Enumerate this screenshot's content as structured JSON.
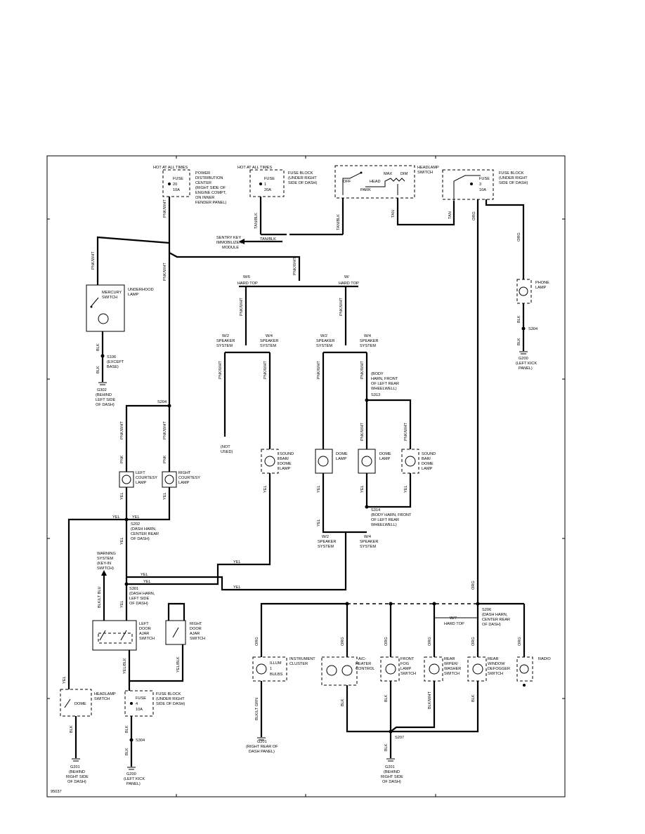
{
  "diagram_id": "95037",
  "labels": {
    "hot1": "HOT AT ALL TIMES",
    "pdc_fuse": "FUSE",
    "pdc_fuse_no": "20",
    "pdc_fuse_amp": "10A",
    "pdc_1": "POWER",
    "pdc_2": "DISTRIBUTION",
    "pdc_3": "CENTER",
    "pdc_4": "(RIGHT SIDE OF",
    "pdc_5": "ENGINE COMPT,",
    "pdc_6": "ON INNER",
    "pdc_7": "FENDER PANEL)",
    "hot2": "HOT AT ALL TIMES",
    "fb1_fuse": "FUSE",
    "fb1_no": "1",
    "fb1_amp": "20A",
    "fb1_1": "FUSE BLOCK",
    "fb1_2": "(UNDER RIGHT",
    "fb1_3": "SIDE OF DASH)",
    "hl_1": "HEADLAMP",
    "hl_2": "SWITCH",
    "hl_max": "MAX",
    "hl_dim": "DIM",
    "hl_off": "OFF",
    "hl_head": "HEAD",
    "hl_park": "PARK",
    "fb2_fuse": "FUSE",
    "fb2_no": "3",
    "fb2_amp": "10A",
    "fb2_1": "FUSE BLOCK",
    "fb2_2": "(UNDER RIGHT",
    "fb2_3": "SIDE OF DASH)",
    "sk_1": "SENTRY KEY",
    "sk_2": "IMMOBILIZER",
    "sk_3": "MODULE",
    "pnk_wht": "PNK/WHT",
    "tan_blk": "TAN/BLK",
    "tan": "TAN",
    "org": "ORG",
    "yel": "YEL",
    "blk": "BLK",
    "blk_grn": "BLK/LT GRN",
    "blk_wht": "BLK/WHT",
    "blk_blu": "BLK/LT BLU",
    "yel_blk": "YEL/BLK",
    "pnk": "PNK",
    "uh_1": "UNDERHOOD",
    "uh_2": "LAMP",
    "merc_1": "MERCURY",
    "merc_2": "SWITCH",
    "s106_1": "S106",
    "s106_2": "(EXCEPT",
    "s106_3": "BASE)",
    "g302_1": "G302",
    "g302_2": "(BEHIND",
    "g302_3": "LEFT SIDE",
    "g302_4": "OF DASH)",
    "w6_1": "W/6",
    "w6_2": "HARD TOP",
    "w7_1": "W/",
    "w7_2": "HARD TOP",
    "w2": "W/2",
    "w4": "W/4",
    "spk_1": "SPEAKER",
    "spk_2": "SYSTEM",
    "not_used_1": "(NOT",
    "not_used_2": "USED)",
    "sb_1": "SOUND",
    "sb_2": "BAR/",
    "sb_3": "DOME",
    "sb_4": "LAMP",
    "dome_1": "DOME",
    "dome_2": "LAMP",
    "bh_1": "(BODY",
    "bh_2": "HARN, FRONT",
    "bh_3": "OF LEFT REAR",
    "bh_4": "WHEELWELL)",
    "s313": "S313",
    "s314_1": "S314",
    "s314_2": "(BODY HARN, FRONT",
    "s314_3": "OF LEFT REAR",
    "s314_4": "WHEELWELL)",
    "phone_1": "PHONE",
    "phone_2": "LAMP",
    "s304": "S304",
    "g200_1": "G200",
    "g200_2": "(LEFT KICK",
    "g200_3": "PANEL)",
    "s204": "S204",
    "lc_1": "LEFT",
    "lc_2": "COURTESY",
    "lc_3": "LAMP",
    "rc_1": "RIGHT",
    "rc_2": "COURTESY",
    "rc_3": "LAMP",
    "s202_1": "S202",
    "s202_2": "(DASH HARN,",
    "s202_3": "CENTER REAR",
    "s202_4": "OF DASH)",
    "ws_1": "WARNING",
    "ws_2": "SYSTEM",
    "ws_3": "(KEY-IN",
    "ws_4": "SWITCH)",
    "s301_1": "S301",
    "s301_2": "(DASH HARN,",
    "s301_3": "LEFT SIDE",
    "s301_4": "OF DASH)",
    "ld_1": "LEFT",
    "ld_2": "DOOR",
    "ld_3": "AJAR",
    "ld_4": "SWITCH",
    "rd_1": "RIGHT",
    "rd_2": "DOOR",
    "rd_3": "AJAR",
    "rd_4": "SWITCH",
    "hd_1": "HEADLAMP",
    "hd_2": "SWITCH",
    "hd_dome": "DOME",
    "fb4_fuse": "FUSE",
    "fb4_no": "4",
    "fb4_amp": "10A",
    "fb4_1": "FUSE BLOCK",
    "fb4_2": "(UNDER RIGHT",
    "fb4_3": "SIDE OF DASH)",
    "s304b": "S304",
    "g200b_1": "G200",
    "g200b_2": "(LEFT KICK",
    "g200b_3": "PANEL)",
    "g201a_1": "G201",
    "g201a_2": "(BEHIND",
    "g201a_3": "RIGHT SIDE",
    "g201a_4": "OF DASH)",
    "s206_1": "S206",
    "s206_2": "(DASH HARN,",
    "s206_3": "CENTER REAR",
    "s206_4": "OF DASH)",
    "w7b_1": "W/7",
    "w7b_2": "HARD TOP",
    "ic_1": "ILLUM",
    "ic_2": "1",
    "ic_3": "BULBS",
    "ic_4": "INSTRUMENT",
    "ic_5": "CLUSTER",
    "ac_1": "A/C-",
    "ac_2": "HEATER",
    "ac_3": "CONTROL",
    "fog_1": "FRONT",
    "fog_2": "FOG",
    "fog_3": "LAMP",
    "fog_4": "SWITCH",
    "rw_1": "REAR",
    "rw_2": "WIPER/",
    "rw_3": "WASHER",
    "rw_4": "SWITCH",
    "rd2_1": "REAR",
    "rd2_2": "WINDOW",
    "rd2_3": "DEFOGGER",
    "rd2_4": "SWITCH",
    "radio": "RADIO",
    "g201b_1": "G201",
    "g201b_2": "(RIGHT REAR OF",
    "g201b_3": "DASH PANEL)",
    "s207": "S207",
    "g201c_1": "G201",
    "g201c_2": "(BEHIND",
    "g201c_3": "RIGHT SIDE",
    "g201c_4": "OF DASH)"
  }
}
